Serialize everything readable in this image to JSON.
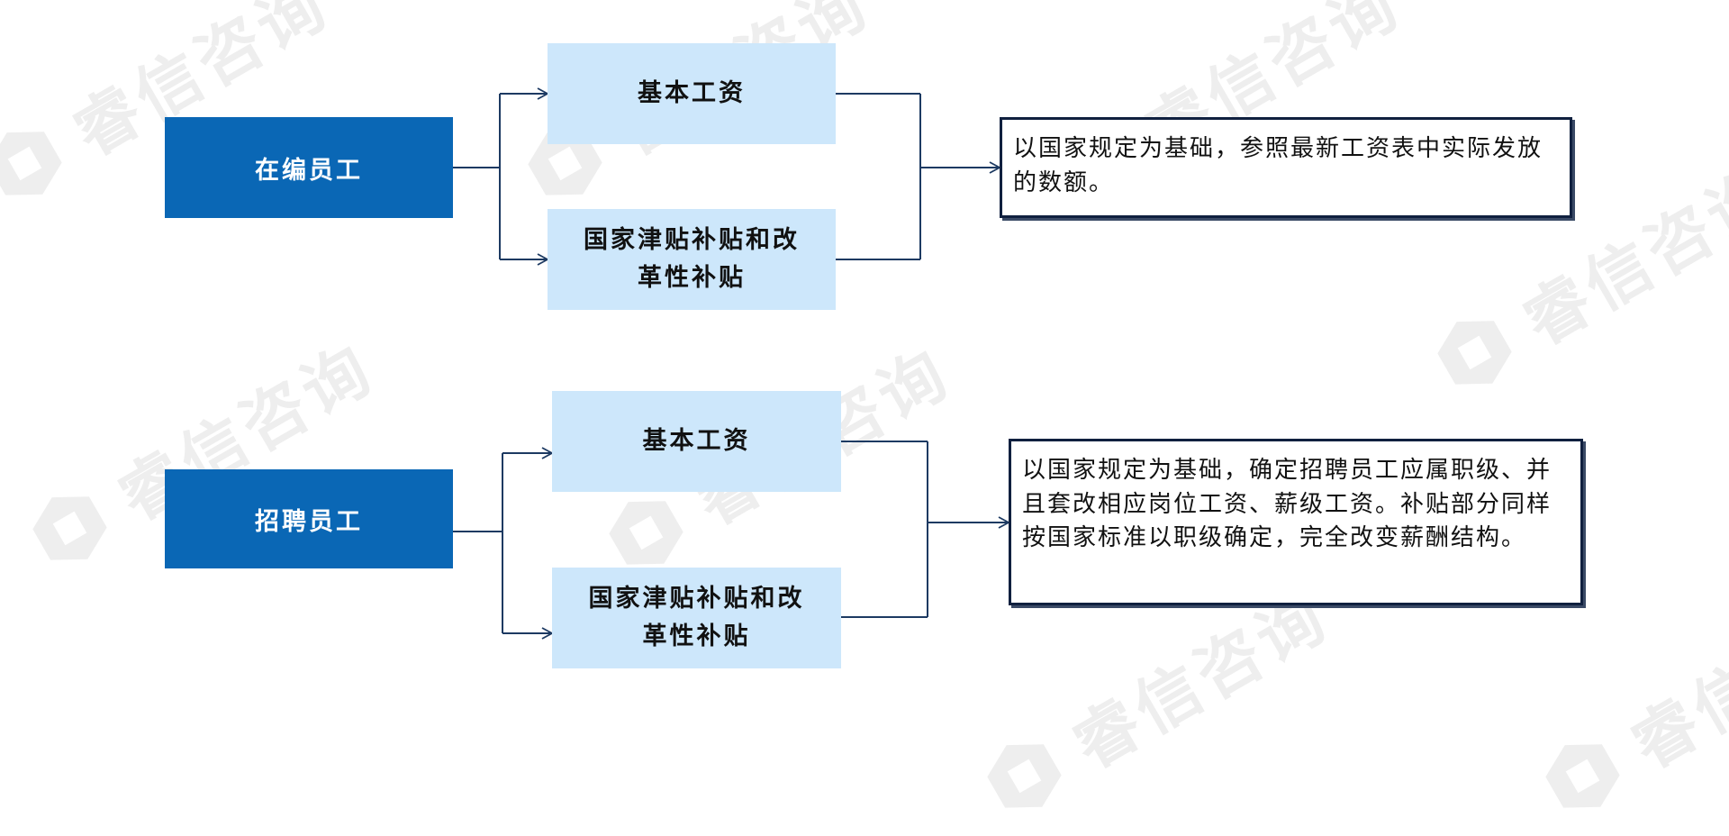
{
  "groups": [
    {
      "category": "在编员工",
      "items": [
        "基本工资",
        "国家津贴补贴和改\n革性补贴"
      ],
      "description": "以国家规定为基础，参照最新工资表中实际发放的数额。"
    },
    {
      "category": "招聘员工",
      "items": [
        "基本工资",
        "国家津贴补贴和改\n革性补贴"
      ],
      "description": "以国家规定为基础，确定招聘员工应属职级、并且套改相应岗位工资、薪级工资。补贴部分同样按国家标准以职级确定，完全改变薪酬结构。"
    }
  ],
  "watermark": {
    "text": "睿信咨询",
    "icon": "hexagon-logo-icon"
  },
  "colors": {
    "category_box": "#0a67b5",
    "item_box": "#cde7fb",
    "connector": "#1d3a62",
    "description_border": "#10203f"
  }
}
